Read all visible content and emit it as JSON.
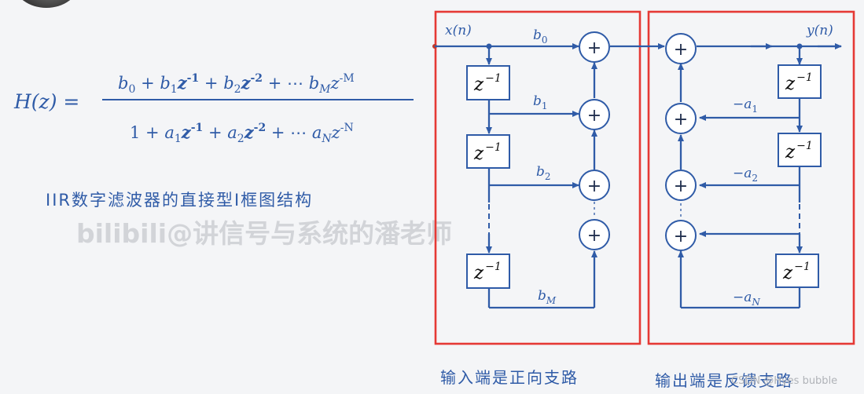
{
  "formula": {
    "lhs": "H(z) =",
    "numerator": {
      "b0": "b",
      "b0_sub": "0",
      "b1": "b",
      "b1_sub": "1",
      "z1": "z",
      "z1_exp": "-1",
      "b2": "b",
      "b2_sub": "2",
      "z2": "z",
      "z2_exp": "-2",
      "dots": "⋯",
      "bM": "b",
      "bM_sub": "M",
      "zM": "z",
      "zM_exp": "-M"
    },
    "denominator": {
      "one": "1",
      "a1": "a",
      "a1_sub": "1",
      "z1": "z",
      "z1_exp": "-1",
      "a2": "a",
      "a2_sub": "2",
      "z2": "z",
      "z2_exp": "-2",
      "dots": "⋯",
      "aN": "a",
      "aN_sub": "N",
      "zN": "z",
      "zN_exp": "-N"
    }
  },
  "caption": "IIR数字滤波器的直接型I框图结构",
  "watermark": "bilibili@讲信号与系统的潘老师",
  "forward": {
    "input_label": "x(n)",
    "coefficients": [
      {
        "letter": "b",
        "sub": "0"
      },
      {
        "letter": "b",
        "sub": "1"
      },
      {
        "letter": "b",
        "sub": "2"
      },
      {
        "letter": "b",
        "sub": "M"
      }
    ],
    "caption": "输入端是正向支路"
  },
  "feedback": {
    "output_label": "y(n)",
    "coefficients": [
      {
        "prefix": "−",
        "letter": "a",
        "sub": "1"
      },
      {
        "prefix": "−",
        "letter": "a",
        "sub": "2"
      },
      {
        "prefix": "−",
        "letter": "a",
        "sub": "N"
      }
    ],
    "caption": "输出端是反馈支路"
  },
  "delay": {
    "z": "z",
    "exp": "−1"
  },
  "plus_symbol": "+",
  "credit": "CSDN @Hyes bubble",
  "colors": {
    "ink": "#2f5ba7",
    "frame": "#e53935"
  }
}
